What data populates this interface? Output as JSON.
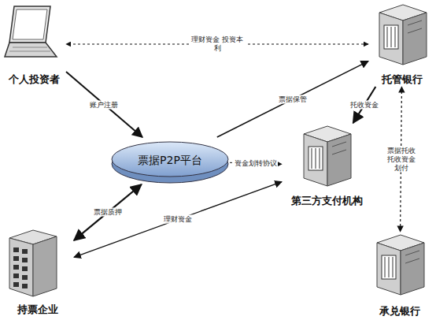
{
  "diagram": {
    "nodes": [
      {
        "text": [
          "个人投资者"
        ]
      },
      {
        "text": [
          "托管银行"
        ]
      },
      {
        "text": [
          "票据P2P平台"
        ]
      },
      {
        "text": [
          "第三方支付机构"
        ]
      },
      {
        "text": [
          "持票企业"
        ]
      },
      {
        "text": [
          "承兑银行"
        ]
      }
    ],
    "edges": [
      {
        "from": 1,
        "to": 0,
        "label": "理财资金 投资本利",
        "arrow": "both"
      },
      {
        "from": 0,
        "to": 2,
        "label": "账户注册",
        "arrow": "to"
      },
      {
        "from": 2,
        "to": 1,
        "label": "票据保管",
        "arrow": "to"
      },
      {
        "from": 2,
        "to": 3,
        "label": "资金划转协议",
        "arrow": "to"
      },
      {
        "from": 1,
        "to": 3,
        "label": "托收资金",
        "arrow": "to"
      },
      {
        "from": 1,
        "to": 5,
        "label": "票据托收 托收资金划付",
        "arrow": "both"
      },
      {
        "from": 4,
        "to": 2,
        "label": "票据质押",
        "arrow": "both"
      },
      {
        "from": 3,
        "to": 4,
        "label": "理财资金",
        "arrow": "both"
      }
    ]
  }
}
